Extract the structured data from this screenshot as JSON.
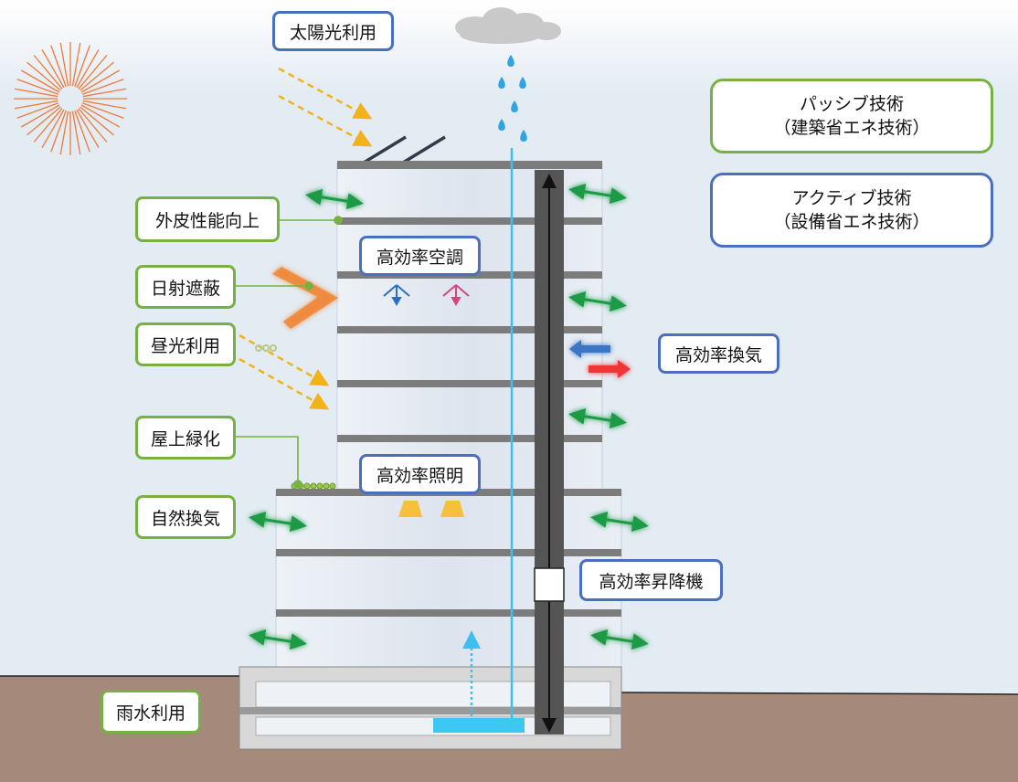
{
  "colors": {
    "sky": "#e3ebf3",
    "ground": "#a5897a",
    "building": "#dfe6ef",
    "floor_line": "#7c7c7c",
    "passive_border": "#77b143",
    "active_border": "#4a6fbf",
    "sun": "#ee7b3a",
    "sunlight_arrow": "#f3b21c",
    "rain": "#2fa4e0",
    "water": "#3cc8f2",
    "vent_arrow": "#1f9a45",
    "shaft": "#555555"
  },
  "legend": {
    "passive": {
      "line1": "パッシブ技術",
      "line2": "（建築省エネ技術）"
    },
    "active": {
      "line1": "アクティブ技術",
      "line2": "（設備省エネ技術）"
    }
  },
  "labels": {
    "solar_use": "太陽光利用",
    "envelope": "外皮性能向上",
    "solar_shading": "日射遮蔽",
    "daylight": "昼光利用",
    "roof_green": "屋上緑化",
    "natural_vent": "自然換気",
    "rainwater": "雨水利用",
    "hvac": "高効率空調",
    "ventilation": "高効率換気",
    "lighting": "高効率照明",
    "elevator": "高効率昇降機"
  }
}
